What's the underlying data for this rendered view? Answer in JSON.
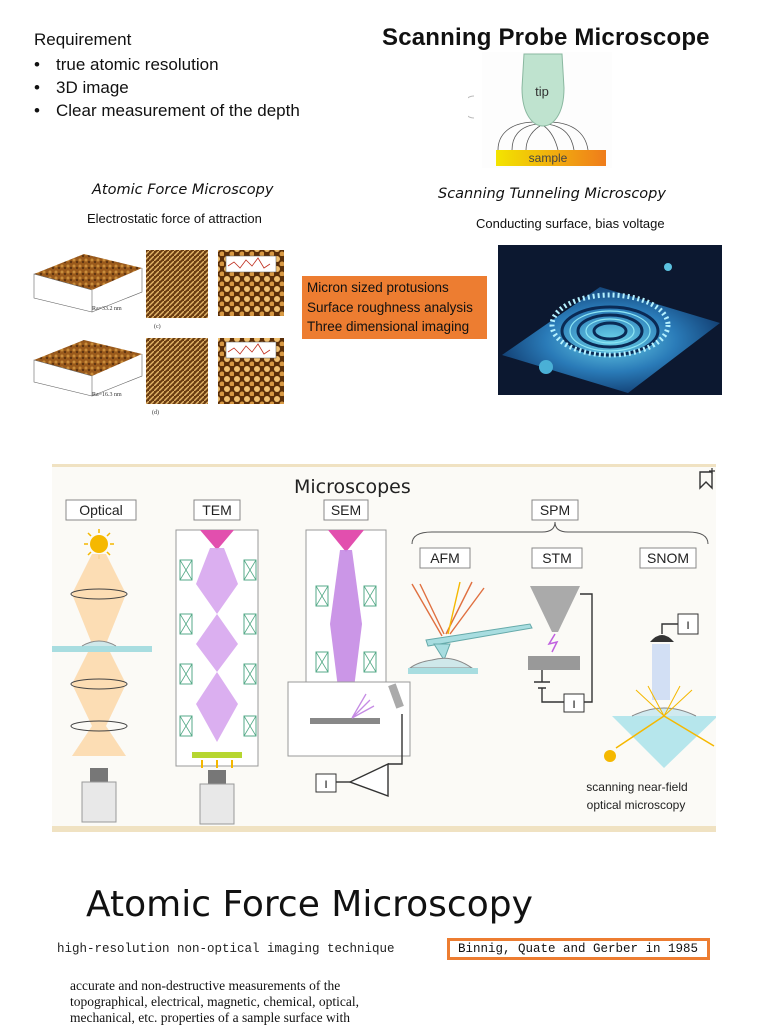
{
  "requirements": {
    "title": "Requirement",
    "items": [
      "true atomic resolution",
      "3D image",
      "Clear measurement of the depth"
    ]
  },
  "spm_title": "Scanning Probe Microscope",
  "tip_figure": {
    "tip_label": "tip",
    "sample_label": "sample"
  },
  "afm": {
    "heading": "Atomic Force Microscopy",
    "subtitle": "Electrostatic force of attraction"
  },
  "afm_images": {
    "label_c": "(c)",
    "label_d": "(d)",
    "ra_top": "Ra=33.2 nm",
    "ra_bottom": "Ra=16.3 nm"
  },
  "stm": {
    "heading": "Scanning Tunneling Microscopy",
    "subtitle": "Conducting surface, bias voltage"
  },
  "orange_box_lines": [
    "Micron sized protusions",
    "Surface roughness analysis",
    "Three dimensional imaging"
  ],
  "microscopes": {
    "title": "Microscopes",
    "labels": [
      "Optical",
      "TEM",
      "SEM",
      "SPM",
      "AFM",
      "STM",
      "SNOM"
    ],
    "detector_label": "I",
    "snom_caption": [
      "scanning near-field",
      "optical microscopy"
    ]
  },
  "afm_section": {
    "big_title": "Atomic Force Microscopy",
    "subtitle": "high-resolution non-optical imaging technique",
    "inventors": "Binnig, Quate and Gerber in 1985",
    "paragraph_lines": [
      "accurate and non-destructive measurements of the",
      "topographical, electrical, magnetic, chemical, optical,",
      "mechanical, etc. properties of a sample surface with"
    ]
  },
  "colors": {
    "orange": "#ed7d31",
    "stm_bg": "#0c1830",
    "diagram_bg": "#fbfaf6"
  },
  "icons": {
    "bookmark": "bookmark-icon"
  }
}
